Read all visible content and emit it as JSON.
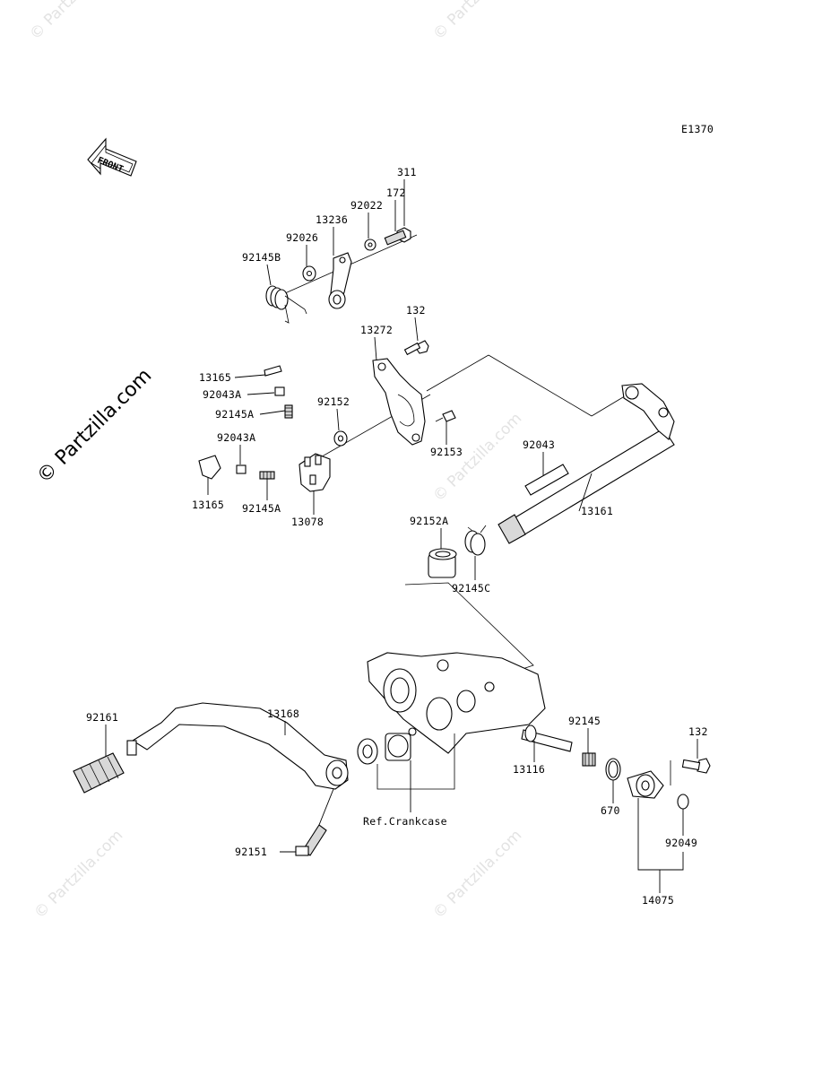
{
  "diagram_id": "E1370",
  "front_label": "FRONT",
  "watermark_main": "© Partzilla.com",
  "watermark_faint": "© Partzilla.com",
  "reference_label": "Ref.Crankcase",
  "parts": {
    "p311": "311",
    "p172": "172",
    "p92022": "92022",
    "p13236": "13236",
    "p92026": "92026",
    "p92145B": "92145B",
    "p132_top": "132",
    "p13272": "13272",
    "p13165_top": "13165",
    "p92043A_top": "92043A",
    "p92145A_top": "92145A",
    "p92152": "92152",
    "p92153": "92153",
    "p92043A_bottom": "92043A",
    "p13165_bottom": "13165",
    "p92145A_bottom": "92145A",
    "p13078": "13078",
    "p92043": "92043",
    "p13161": "13161",
    "p92152A": "92152A",
    "p92145C": "92145C",
    "p92161": "92161",
    "p13168": "13168",
    "p92145": "92145",
    "p132_right": "132",
    "p13116": "13116",
    "p670": "670",
    "p92049": "92049",
    "p92151": "92151",
    "p14075": "14075"
  }
}
